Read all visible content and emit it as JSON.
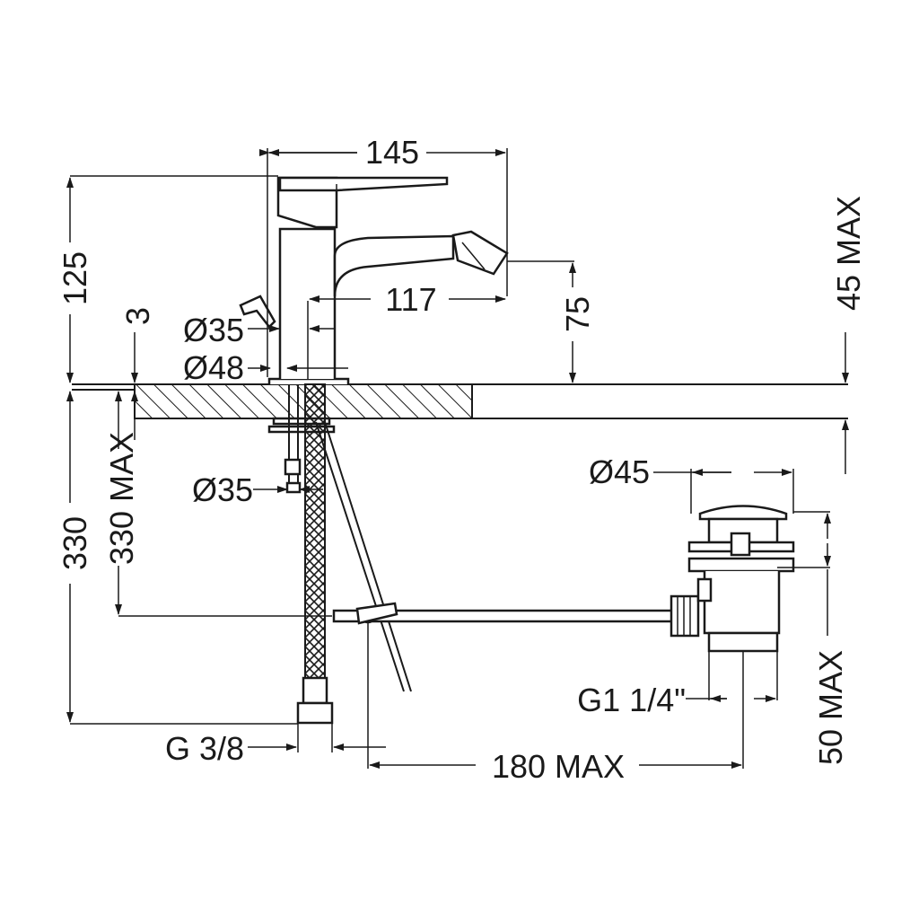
{
  "dimensions": {
    "width_145": "145",
    "height_125": "125",
    "dist_117": "117",
    "height_75": "75",
    "max_45": "45 MAX",
    "thick_3": "3",
    "dia_35_top": "Ø35",
    "dia_48": "Ø48",
    "dia_35_shank": "Ø35",
    "max_330": "330 MAX",
    "total_330": "330",
    "dia_45": "Ø45",
    "thread_g1": "G1 1/4\"",
    "thread_g38": "G 3/8",
    "max_180": "180 MAX",
    "max_50": "50 MAX"
  },
  "colors": {
    "line": "#1a1a1a",
    "background": "#ffffff"
  }
}
